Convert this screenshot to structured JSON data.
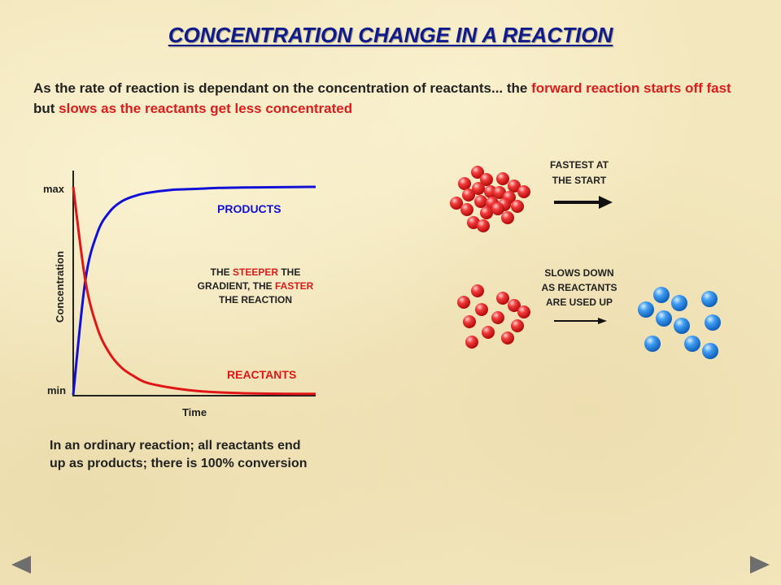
{
  "title": "CONCENTRATION CHANGE IN A REACTION",
  "intro": {
    "part1": "As the rate of reaction is dependant on the concentration of reactants... the ",
    "part2_red": "forward reaction starts off fast",
    "part3": " but ",
    "part4_red": "slows as the reactants get less concentrated"
  },
  "chart_data": {
    "type": "line",
    "xlabel": "Time",
    "ylabel": "Concentration",
    "yticks": [
      "min",
      "max"
    ],
    "ylim": [
      0,
      1
    ],
    "xlim": [
      0,
      1
    ],
    "x": [
      0,
      0.05,
      0.1,
      0.15,
      0.2,
      0.25,
      0.3,
      0.4,
      0.5,
      0.6,
      0.7,
      0.8,
      0.9,
      1.0
    ],
    "series": [
      {
        "name": "PRODUCTS",
        "color": "#1010d8",
        "values": [
          0,
          0.55,
          0.78,
          0.88,
          0.93,
          0.955,
          0.97,
          0.985,
          0.99,
          0.995,
          0.997,
          0.998,
          0.999,
          1.0
        ]
      },
      {
        "name": "REACTANTS",
        "color": "#e01616",
        "values": [
          1.0,
          0.55,
          0.32,
          0.2,
          0.13,
          0.09,
          0.06,
          0.035,
          0.02,
          0.012,
          0.008,
          0.006,
          0.005,
          0.005
        ]
      }
    ],
    "grid": false,
    "annotation": {
      "line1a": "THE ",
      "line1b_red": "STEEPER",
      "line1c": " THE",
      "line2a": "GRADIENT, THE ",
      "line2b_red": "FASTER",
      "line3": "THE REACTION"
    }
  },
  "right_panel": {
    "fast_label_line1": "FASTEST AT",
    "fast_label_line2": "THE START",
    "slow_label_line1": "SLOWS DOWN",
    "slow_label_line2": "AS REACTANTS",
    "slow_label_line3": "ARE USED UP",
    "reactant_color": "#e81c1c",
    "product_color": "#2a8de8"
  },
  "bottom_note": {
    "line1": "In an ordinary reaction; all reactants end",
    "line2": "up as products; there is 100% conversion"
  },
  "nav": {
    "prev_icon": "triangle-left-icon",
    "next_icon": "triangle-right-icon"
  }
}
